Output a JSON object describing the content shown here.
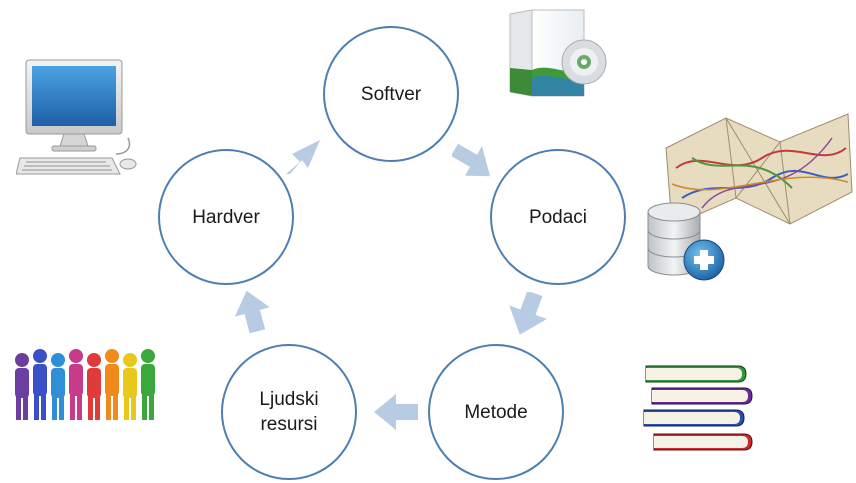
{
  "diagram": {
    "nodes": {
      "softver": "Softver",
      "podaci": "Podaci",
      "metode": "Metode",
      "ljudski_line1": "Ljudski",
      "ljudski_line2": "resursi",
      "hardver": "Hardver"
    },
    "colors": {
      "circle_border": "#4f7fb0",
      "arrow_fill": "#b7cbe3"
    },
    "icons": [
      "computer-icon",
      "software-box-icon",
      "map-icon",
      "database-add-icon",
      "people-group-icon",
      "books-stack-icon"
    ]
  }
}
